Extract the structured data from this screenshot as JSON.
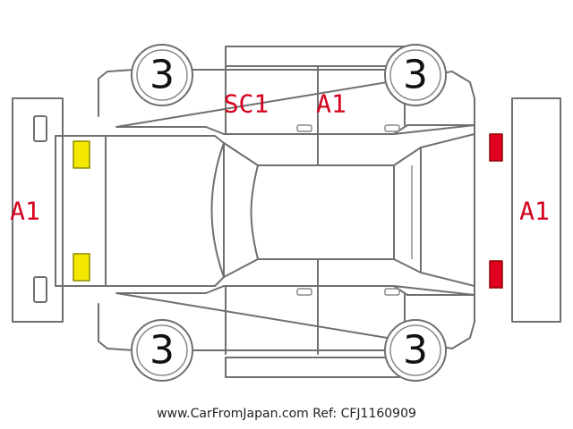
{
  "wheels": {
    "front_left": {
      "grade": "3"
    },
    "rear_left": {
      "grade": "3"
    },
    "front_right": {
      "grade": "3"
    },
    "rear_right": {
      "grade": "3"
    }
  },
  "damage_codes": {
    "front_bumper": "A1",
    "left_front_door": "SC1",
    "left_rear_door": "A1",
    "rear_bumper": "A1"
  },
  "lights": {
    "front_color": "#f5e800",
    "rear_color": "#e00020"
  },
  "footer": {
    "watermark": "www.CarFromJapan.com Ref: CFJ1160909"
  }
}
